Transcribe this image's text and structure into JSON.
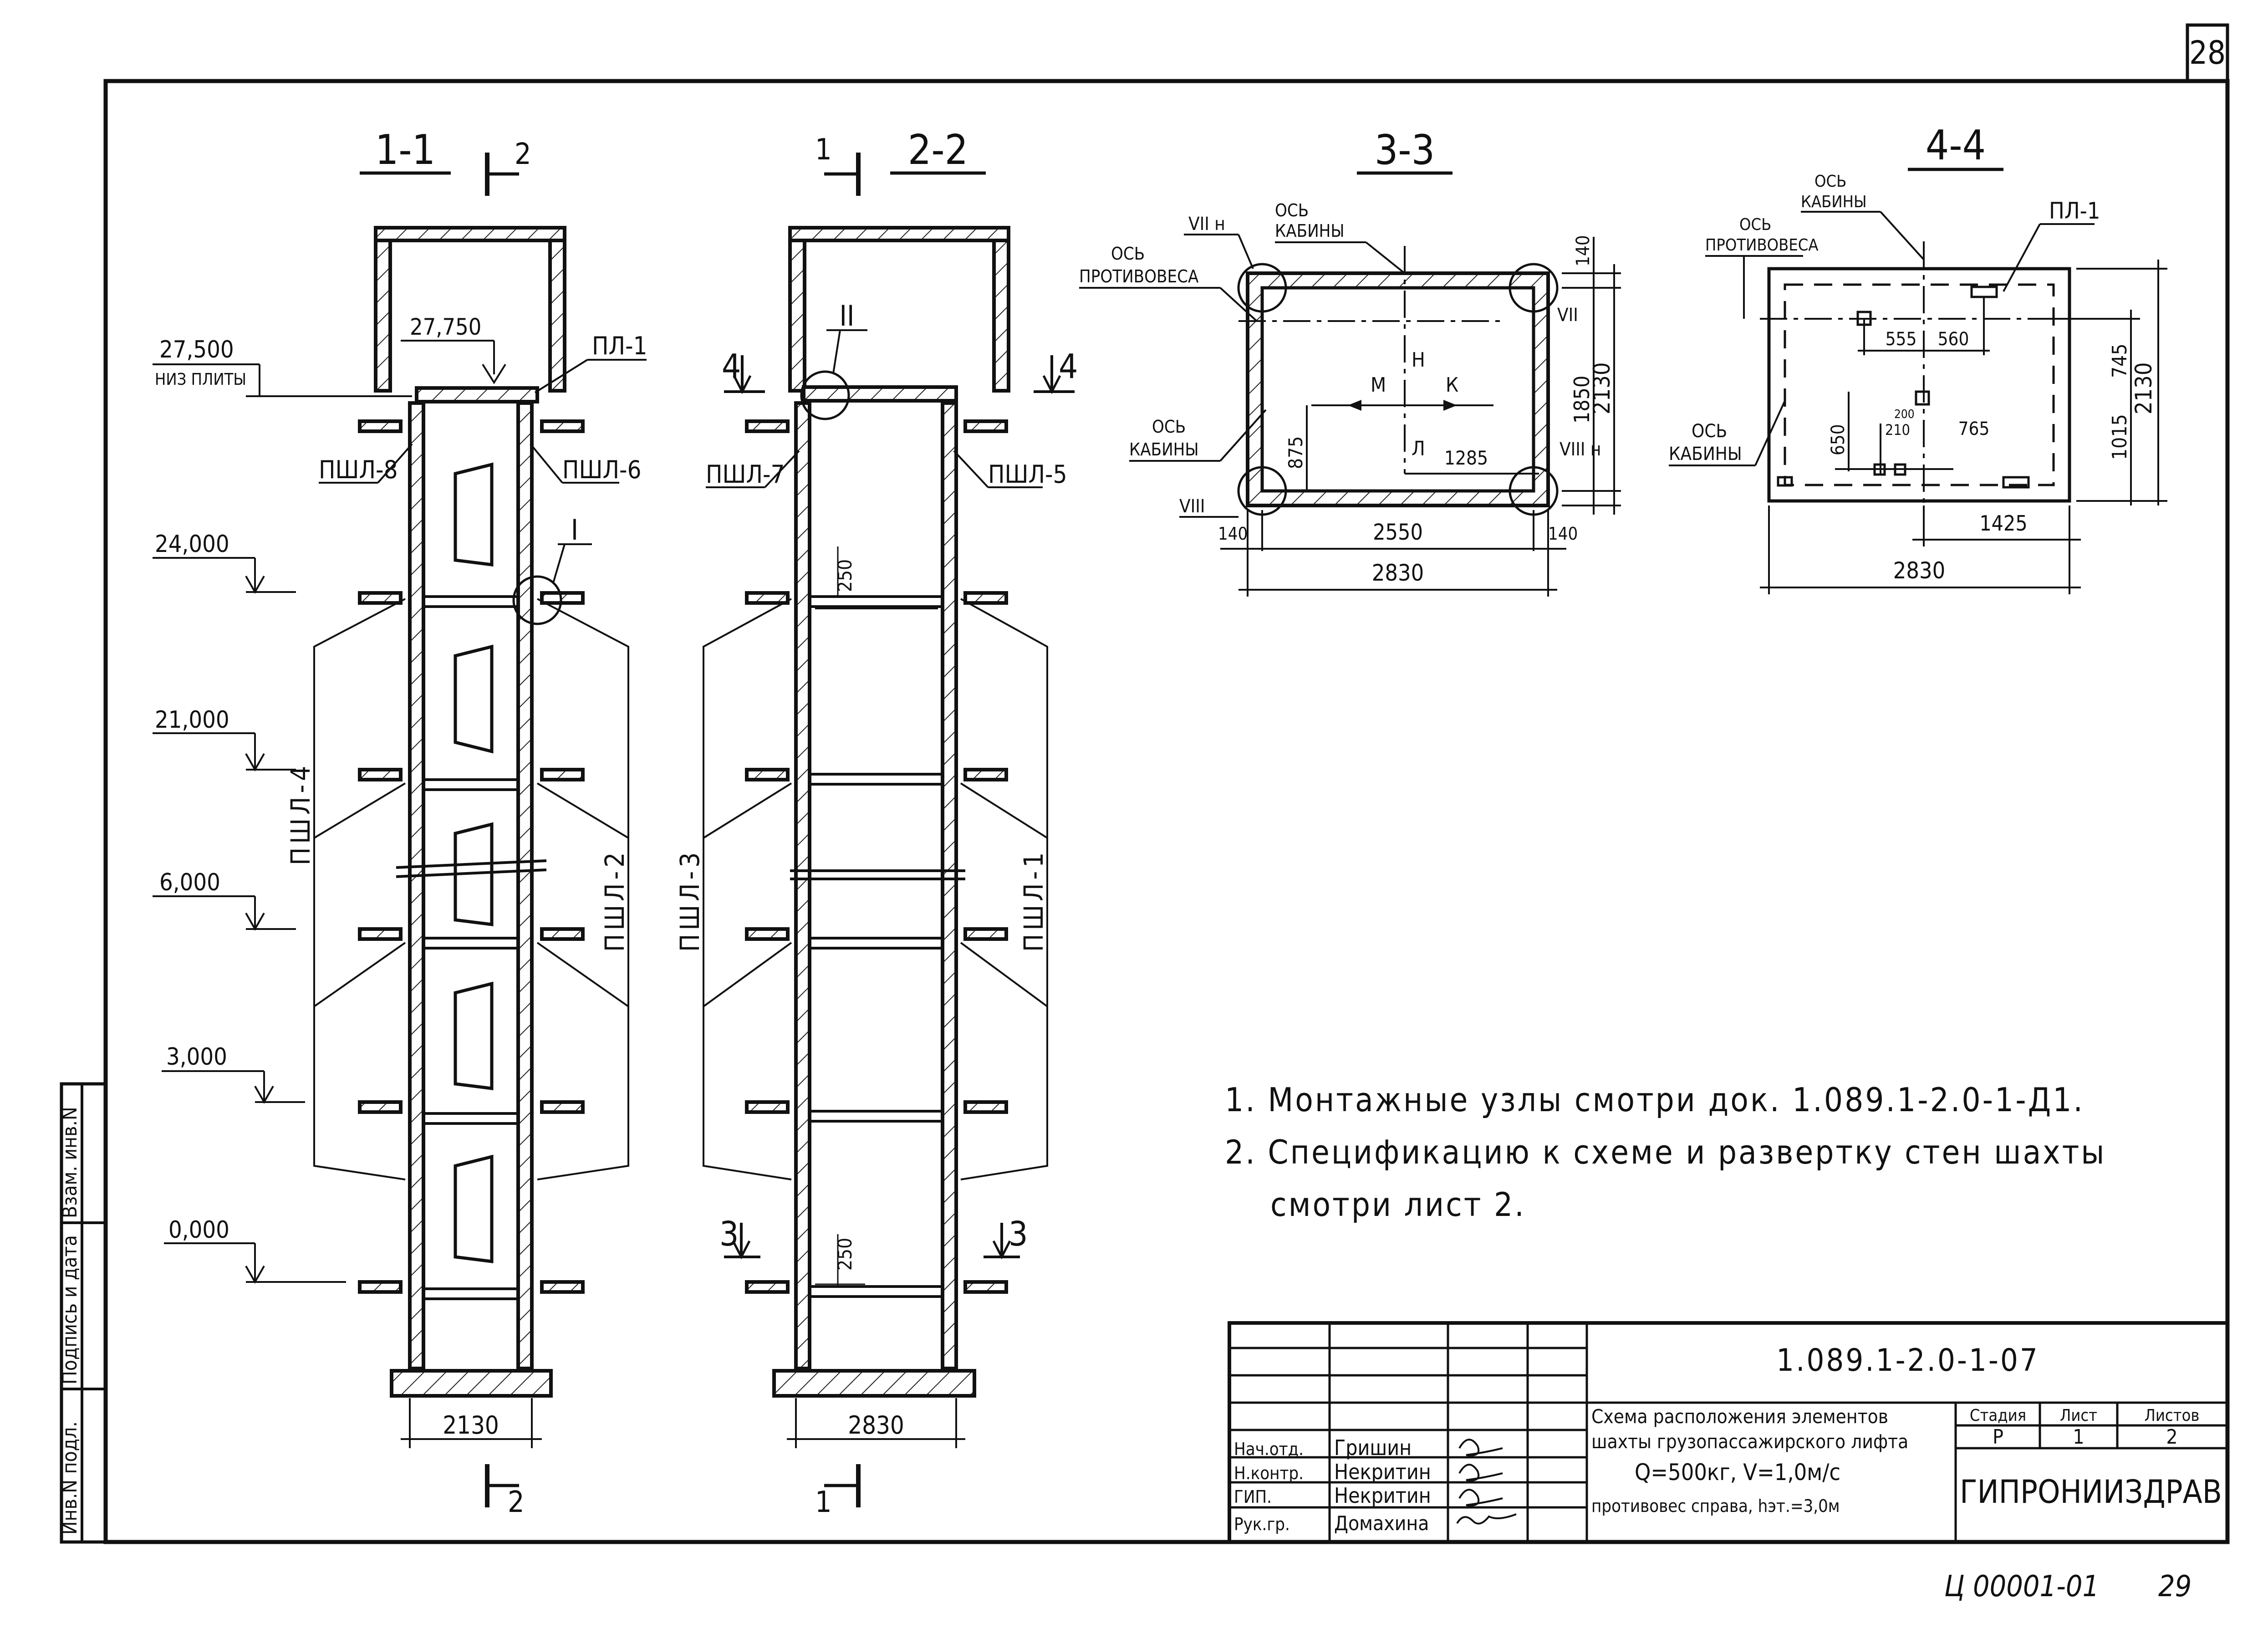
{
  "sheet": {
    "page_number": "28",
    "footer_code": "Ц 00001-01",
    "footer_page": "29"
  },
  "side_stamp": [
    "Инв.N подл.",
    "Подпись и дата",
    "Взам. инв.N"
  ],
  "section_1_1": {
    "title": "1-1",
    "cut_mark_top": "2",
    "cut_mark_bottom": "2",
    "levels": [
      {
        "value": "27,500",
        "note": "НИЗ ПЛИТЫ"
      },
      {
        "value": "24,000"
      },
      {
        "value": "21,000"
      },
      {
        "value": "6,000"
      },
      {
        "value": "3,000"
      },
      {
        "value": "0,000"
      }
    ],
    "top_level": "27,750",
    "labels": {
      "pl": "ПЛ-1",
      "left_wall": "ПШЛ-8",
      "right_wall": "ПШЛ-6",
      "node": "I",
      "left_panel": "ПШЛ-4",
      "right_panel": "ПШЛ-2"
    },
    "width": "2130"
  },
  "section_2_2": {
    "title": "2-2",
    "cut_mark_top": "1",
    "cut_mark_bottom": "1",
    "node": "II",
    "labels": {
      "left_wall": "ПШЛ-7",
      "right_wall": "ПШЛ-5",
      "left_panel": "ПШЛ-3",
      "right_panel": "ПШЛ-1"
    },
    "cut_4": "4",
    "cut_3": "3",
    "dim_250_top": "250",
    "dim_250_bottom": "250",
    "width": "2830"
  },
  "plan_3_3": {
    "title": "3-3",
    "axis_cabin": [
      "ОСЬ",
      "КАБИНЫ"
    ],
    "axis_counter": [
      "ОСЬ",
      "ПРОТИВОВЕСА"
    ],
    "axis_cabin_left": [
      "ОСЬ",
      "КАБИНЫ"
    ],
    "nodes": [
      "VII н",
      "VII",
      "VIII н",
      "VIII"
    ],
    "letters": [
      "М",
      "Н",
      "К",
      "Л"
    ],
    "dims": {
      "d140_top": "140",
      "d1850": "1850",
      "d2130": "2130",
      "d875": "875",
      "d1285": "1285",
      "d140_l": "140",
      "d2550": "2550",
      "d140_r": "140",
      "d2830": "2830"
    }
  },
  "plan_4_4": {
    "title": "4-4",
    "axis_cabin": [
      "ОСЬ",
      "КАБИНЫ"
    ],
    "axis_counter": [
      "ОСЬ",
      "ПРОТИВОВЕСА"
    ],
    "axis_cabin_left": [
      "ОСЬ",
      "КАБИНЫ"
    ],
    "pl": "ПЛ-1",
    "dims": {
      "d555": "555",
      "d560": "560",
      "d745": "745",
      "d2130": "2130",
      "d650": "650",
      "d210": "210",
      "d200": "200",
      "d765": "765",
      "d1015": "1015",
      "d1425": "1425",
      "d2830": "2830"
    }
  },
  "notes": [
    "1. Монтажные узлы смотри док. 1.089.1-2.0-1-Д1.",
    "2. Спецификацию к схеме и развертку стен шахты",
    "смотри лист 2."
  ],
  "title_block": {
    "doc_code": "1.089.1-2.0-1-07",
    "title_lines": [
      "Схема расположения элементов",
      "шахты грузопассажирского лифта",
      "Q=500кг, V=1,0м/с",
      "противовес справа, hэт.=3,0м"
    ],
    "headers": [
      "Стадия",
      "Лист",
      "Листов"
    ],
    "values": [
      "Р",
      "1",
      "2"
    ],
    "org": "ГИПРОНИИЗДРАВ",
    "signatures": [
      {
        "role": "Нач.отд.",
        "name": "Гришин"
      },
      {
        "role": "Н.контр.",
        "name": "Некритин"
      },
      {
        "role": "ГИП.",
        "name": "Некритин"
      },
      {
        "role": "Рук.гр.",
        "name": "Домахина"
      }
    ]
  }
}
